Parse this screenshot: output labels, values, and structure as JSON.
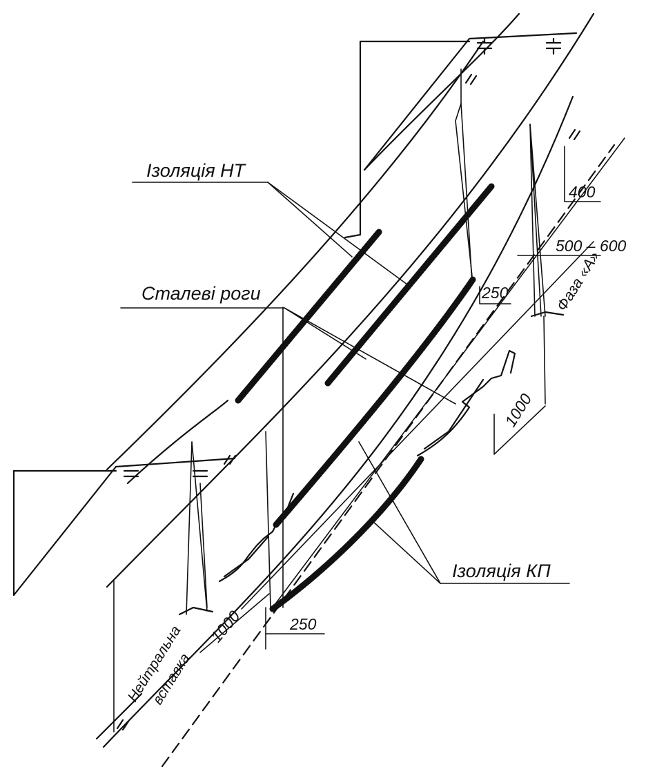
{
  "labels": {
    "insulation_nt": "Ізоляція НТ",
    "steel_horns": "Сталеві роги",
    "insulation_kp": "Ізоляція КП",
    "phase_a": "Фаза «А»",
    "neutral_line1": "Нейтральна",
    "neutral_line2": "вставка"
  },
  "dimensions": {
    "d400": "400",
    "d500_600": "500 – 600",
    "d250_upper": "250",
    "d1000_right": "1000",
    "d1000_left": "1000",
    "d250_lower": "250"
  }
}
